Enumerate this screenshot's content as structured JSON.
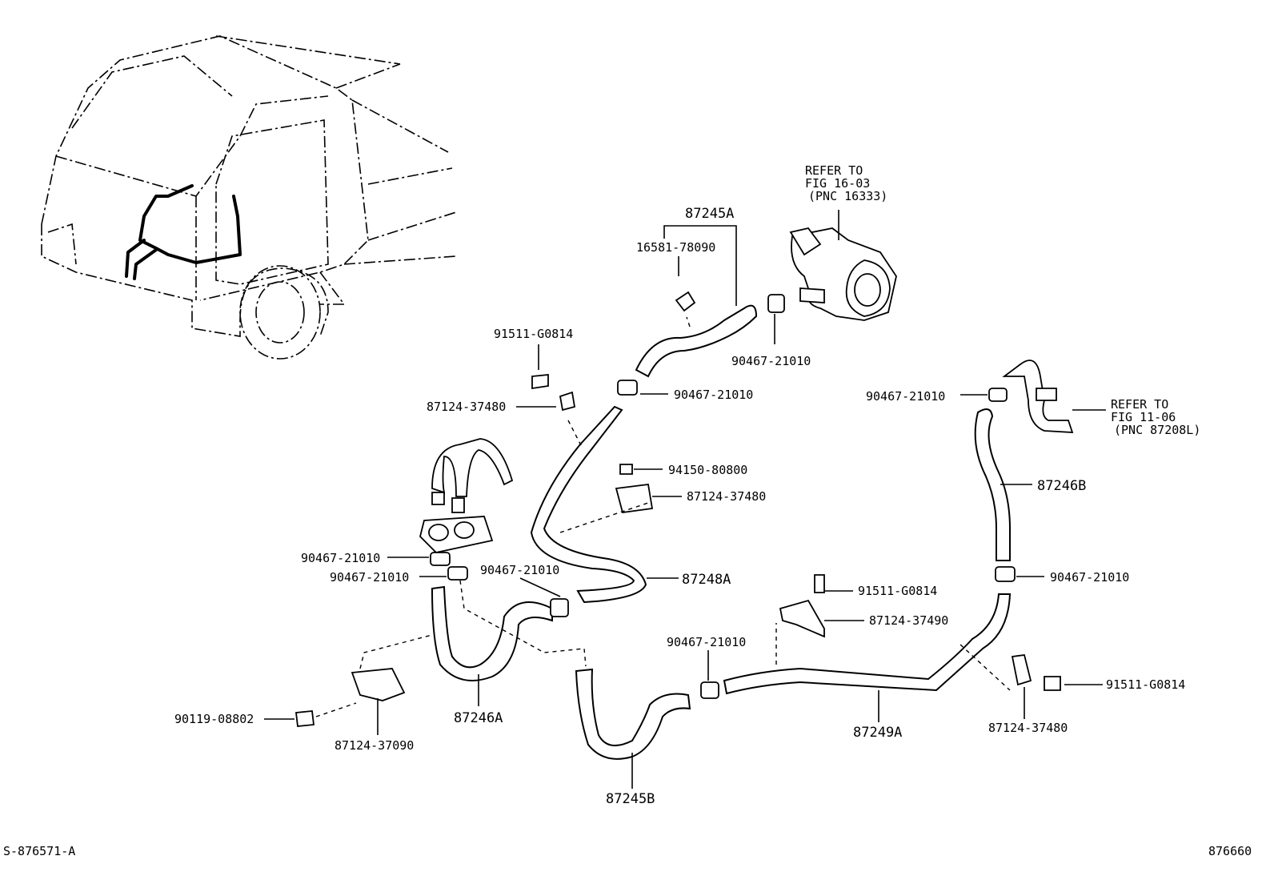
{
  "callouts": {
    "c87245A": "87245A",
    "c16581": "16581-78090",
    "c90467_top": "90467-21010",
    "c91511_left": "91511-G0814",
    "c90467_mid": "90467-21010",
    "c87124_left": "87124-37480",
    "c94150": "94150-80800",
    "c87124_mid": "87124-37480",
    "c90467_a": "90467-21010",
    "c90467_b": "90467-21010",
    "c90467_c": "90467-21010",
    "c87248A": "87248A",
    "c91511_mid": "91511-G0814",
    "c87124_37490": "87124-37490",
    "c90467_d": "90467-21010",
    "c90467_right": "90467-21010",
    "c87246B": "87246B",
    "c90467_e": "90467-21010",
    "c91511_right": "91511-G0814",
    "c87124_right": "87124-37480",
    "c87249A": "87249A",
    "c87246A": "87246A",
    "c90119": "90119-08802",
    "c87124_37090": "87124-37090",
    "c87245B": "87245B"
  },
  "references": {
    "top_line1": "REFER TO",
    "top_line2": "FIG 16-03",
    "top_line3": "(PNC 16333)",
    "right_line1": "REFER TO",
    "right_line2": "FIG 11-06",
    "right_line3": "(PNC 87208L)"
  },
  "footer": {
    "left_code": "S-876571-A",
    "right_code": "876660"
  }
}
